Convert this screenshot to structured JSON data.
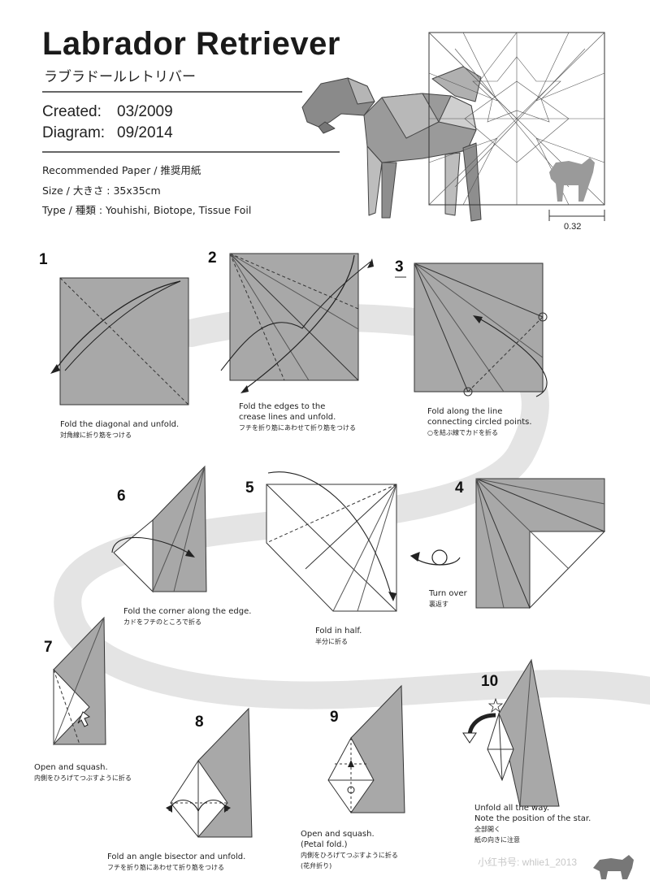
{
  "header": {
    "title": "Labrador Retriever",
    "subtitle_jp": "ラブラドールレトリバー",
    "created_label": "Created:",
    "created_value": "03/2009",
    "diagram_label": "Diagram:",
    "diagram_value": "09/2014",
    "paper": "Recommended Paper / 推奨用紙",
    "size": "Size / 大きさ : 35x35cm",
    "type": "Type / 種類 : Youhishi, Biotope, Tissue Foil"
  },
  "crease_pattern": {
    "measure": "0.32"
  },
  "steps": [
    {
      "num": "1",
      "text": "Fold the diagonal and unfold.",
      "jp": "対角線に折り筋をつける"
    },
    {
      "num": "2",
      "text": "Fold the edges to the crease lines and unfold.",
      "text_line1": "Fold the edges to the",
      "text_line2": "crease lines and unfold.",
      "jp": "フチを折り筋にあわせて折り筋をつける"
    },
    {
      "num": "3",
      "text_line1": "Fold along the line",
      "text_line2": "connecting circled points.",
      "jp": "○を結ぶ線でカドを折る"
    },
    {
      "num": "4",
      "text": "Turn over",
      "jp": "裏返す"
    },
    {
      "num": "5",
      "text": "Fold in half.",
      "jp": "半分に折る"
    },
    {
      "num": "6",
      "text": "Fold the corner along the edge.",
      "jp": "カドをフチのところで折る"
    },
    {
      "num": "7",
      "text": "Open and squash.",
      "jp": "内側をひろげてつぶすように折る"
    },
    {
      "num": "8",
      "text": "Fold an angle bisector and unfold.",
      "jp": "フチを折り筋にあわせて折り筋をつける"
    },
    {
      "num": "9",
      "text_line1": "Open and squash.",
      "text_line2": "(Petal fold.)",
      "jp": "内側をひろげてつぶすように折る",
      "jp2": "(花弁折り)"
    },
    {
      "num": "10",
      "text_line1": "Unfold all the way.",
      "text_line2": "Note the position of the star.",
      "jp": "全部開く",
      "jp2": "紙の向きに注意"
    }
  ],
  "watermark": "小红书号: whlie1_2013",
  "colors": {
    "paper_gray": "#a8a8a8",
    "paper_white": "#ffffff",
    "flow_band": "#e4e4e4",
    "line": "#333333"
  }
}
